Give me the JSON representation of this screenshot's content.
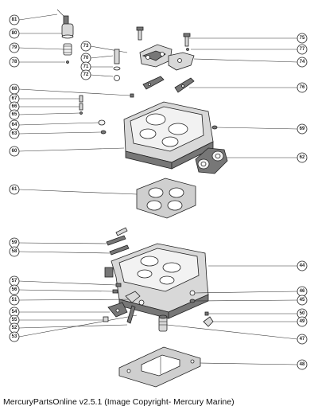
{
  "callouts": {
    "c1": "81",
    "c2": "80",
    "c3": "79",
    "c4": "78",
    "c5": "73",
    "c6": "70",
    "c7": "71",
    "c8": "72",
    "c9": "75",
    "c10": "77",
    "c11": "74",
    "c12": "76",
    "c13": "68",
    "c14": "67",
    "c15": "66",
    "c16": "65",
    "c17": "64",
    "c18": "63",
    "c19": "60",
    "c20": "69",
    "c21": "62",
    "c22": "61",
    "c23": "59",
    "c24": "58",
    "c25": "44",
    "c26": "57",
    "c27": "56",
    "c28": "51",
    "c29": "54",
    "c30": "55",
    "c31": "52",
    "c32": "53",
    "c33": "46",
    "c34": "45",
    "c35": "50",
    "c36": "49",
    "c37": "47",
    "c38": "48"
  },
  "caption": "MercuryPartsOnline v2.5.1 (Image Copyright- Mercury Marine)"
}
